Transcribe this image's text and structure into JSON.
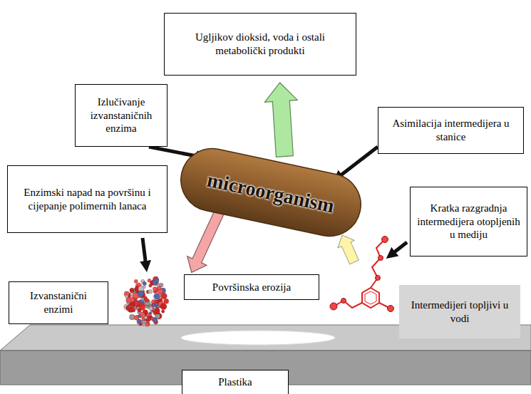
{
  "diagram": {
    "nodes": [
      {
        "text": [
          "Ugljikov dioksid, voda i ostali metabolički produkti"
        ]
      },
      {
        "text": [
          "Izlučivanje izvanstaničnih enzima"
        ]
      },
      {
        "text": [
          "Asimilacija intermedijera u stanice"
        ]
      },
      {
        "text": [
          "Enzimski napad na površinu i cijepanje polimernih lanaca"
        ]
      },
      {
        "text": [
          "microorganism"
        ]
      },
      {
        "text": [
          "Kratka razgradnja intermedijera otopljenih u mediju"
        ]
      },
      {
        "text": [
          "Izvanstanični enzimi"
        ]
      },
      {
        "text": [
          "Površinska erozija"
        ]
      },
      {
        "text": [
          "Intermedijeri topljivi u vodi"
        ]
      },
      {
        "text": [
          "Plastika"
        ]
      }
    ],
    "edges": [
      {
        "from": 1,
        "to": 4,
        "arrow": "to"
      },
      {
        "from": 2,
        "to": 4,
        "arrow": "to"
      },
      {
        "from": 4,
        "to": 0,
        "arrow": "to"
      },
      {
        "from": 4,
        "to": 7,
        "arrow": "to"
      }
    ]
  }
}
